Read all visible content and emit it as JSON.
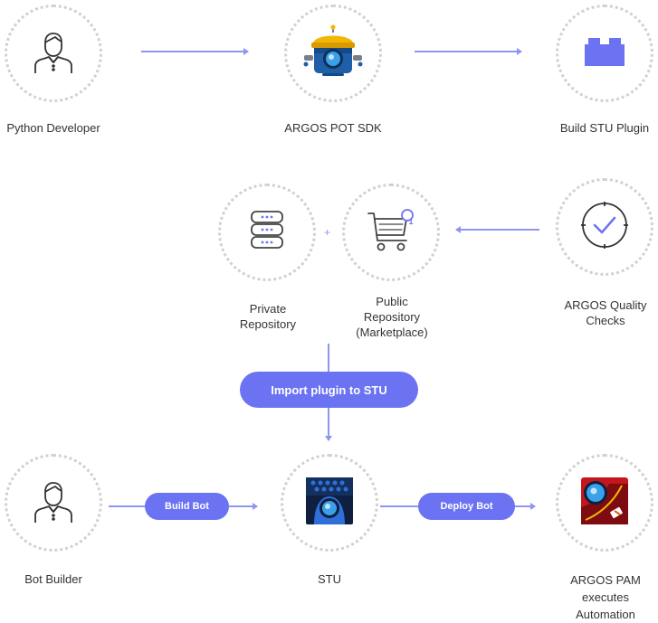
{
  "colors": {
    "accent": "#6b73f2",
    "arrow": "#8f95f0",
    "ring": "#cfd1d6",
    "text": "#333333"
  },
  "nodes": {
    "python_developer": {
      "label": "Python Developer",
      "icon": "person-icon"
    },
    "argos_pot_sdk": {
      "label": "ARGOS POT SDK",
      "icon": "robot-icon"
    },
    "build_stu_plugin": {
      "label": "Build STU Plugin",
      "icon": "plugin-block-icon"
    },
    "private_repository": {
      "label_line1": "Private",
      "label_line2": "Repository",
      "icon": "database-icon"
    },
    "public_repository": {
      "label_line1": "Public",
      "label_line2": "Repository",
      "label_line3": "(Marketplace)",
      "icon": "shopping-cart-icon",
      "badge": "1"
    },
    "argos_quality_checks": {
      "label_line1": "ARGOS Quality",
      "label_line2": "Checks",
      "icon": "check-circle-icon"
    },
    "bot_builder": {
      "label": "Bot Builder",
      "icon": "person-icon"
    },
    "stu": {
      "label": "STU",
      "icon": "stu-app-icon"
    },
    "argos_pam": {
      "label_line1": "ARGOS PAM",
      "label_line2": "executes",
      "label_line3": "Automation",
      "icon": "pam-app-icon"
    }
  },
  "connector": {
    "plus": "+"
  },
  "buttons": {
    "import_plugin": "Import plugin to STU",
    "build_bot": "Build Bot",
    "deploy_bot": "Deploy Bot"
  }
}
